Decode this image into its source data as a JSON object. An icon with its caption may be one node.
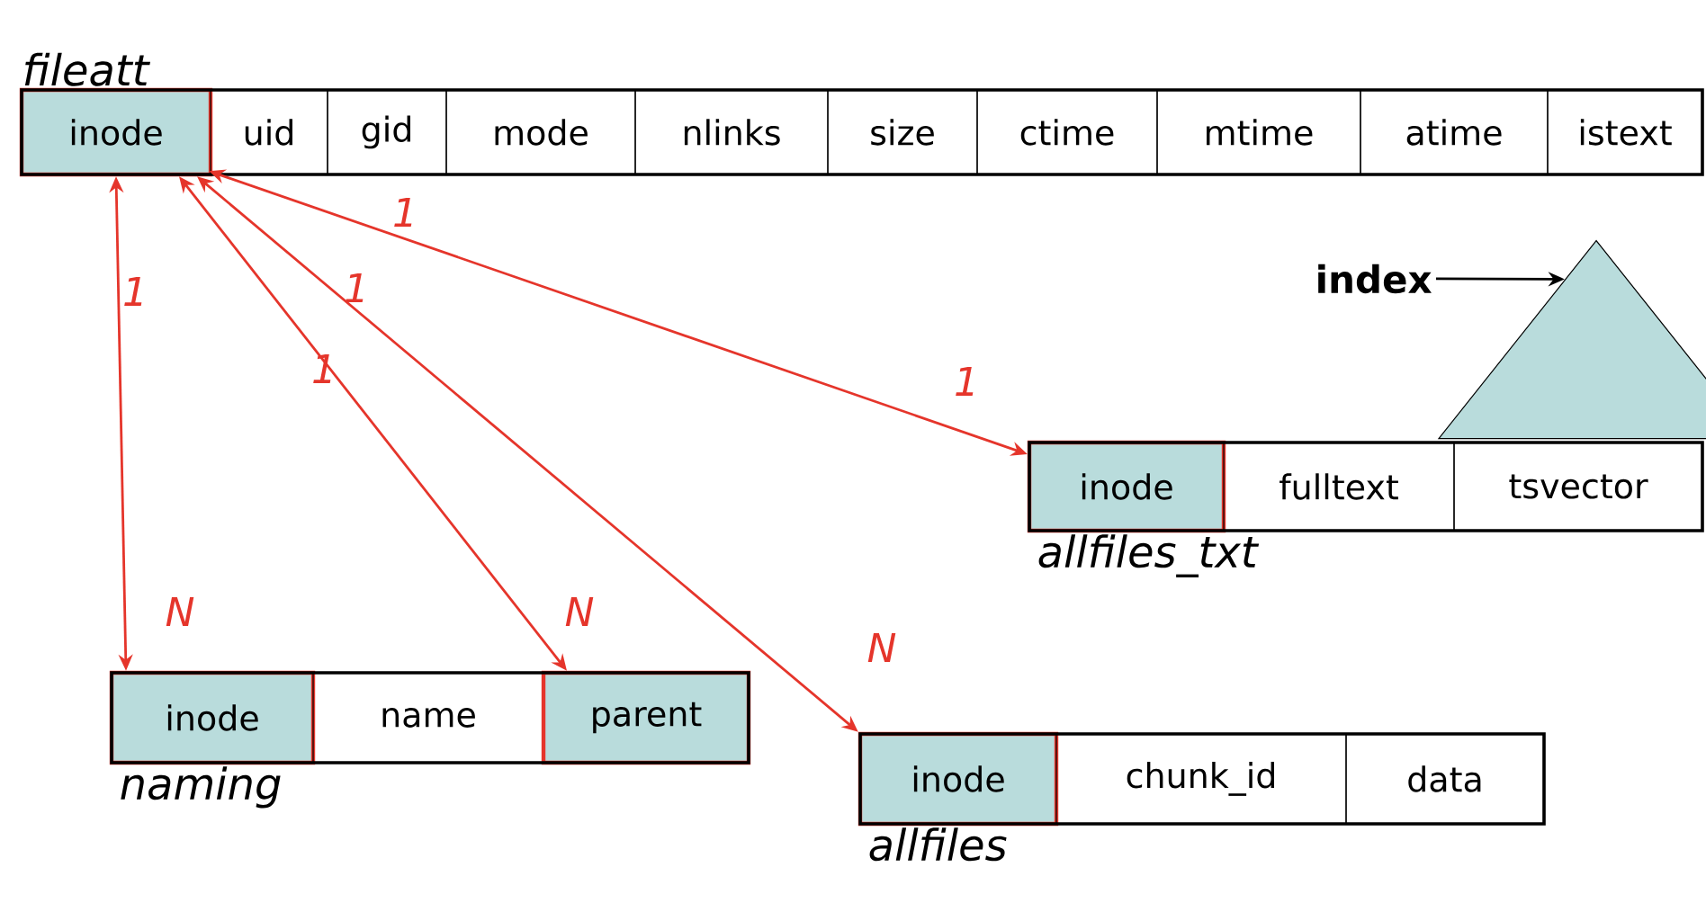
{
  "diagram": {
    "nodes": [
      {
        "text": [
          "fileatt"
        ]
      },
      {
        "text": [
          "inode"
        ],
        "in": 0
      },
      {
        "text": [
          "uid"
        ],
        "in": 0
      },
      {
        "text": [
          "gid"
        ],
        "in": 0
      },
      {
        "text": [
          "mode"
        ],
        "in": 0
      },
      {
        "text": [
          "nlinks"
        ],
        "in": 0
      },
      {
        "text": [
          "size"
        ],
        "in": 0
      },
      {
        "text": [
          "ctime"
        ],
        "in": 0
      },
      {
        "text": [
          "mtime"
        ],
        "in": 0
      },
      {
        "text": [
          "atime"
        ],
        "in": 0
      },
      {
        "text": [
          "istext"
        ],
        "in": 0
      },
      {
        "text": [
          "index"
        ]
      },
      {
        "text": [],
        "shape": "triangle"
      },
      {
        "text": [
          "allfiles_txt"
        ]
      },
      {
        "text": [
          "inode"
        ],
        "in": 13
      },
      {
        "text": [
          "fulltext"
        ],
        "in": 13
      },
      {
        "text": [
          "tsvector"
        ],
        "in": 13
      },
      {
        "text": [
          "naming"
        ]
      },
      {
        "text": [
          "inode"
        ],
        "in": 17
      },
      {
        "text": [
          "name"
        ],
        "in": 17
      },
      {
        "text": [
          "parent"
        ],
        "in": 17
      },
      {
        "text": [
          "allfiles"
        ]
      },
      {
        "text": [
          "inode"
        ],
        "in": 21
      },
      {
        "text": [
          "chunk_id"
        ],
        "in": 21
      },
      {
        "text": [
          "data"
        ],
        "in": 21
      }
    ],
    "edges": [
      {
        "from": 1,
        "to": 18,
        "arrow": "both"
      },
      {
        "from": 1,
        "to": 20,
        "arrow": "both"
      },
      {
        "from": 1,
        "to": 22,
        "arrow": "both"
      },
      {
        "from": 1,
        "to": 14,
        "arrow": "both"
      },
      {
        "from": 11,
        "to": 12,
        "arrow": "to",
        "color": "#000000"
      }
    ],
    "labels": [
      "1",
      "1",
      "1",
      "1",
      "1",
      "N",
      "N",
      "N"
    ]
  }
}
